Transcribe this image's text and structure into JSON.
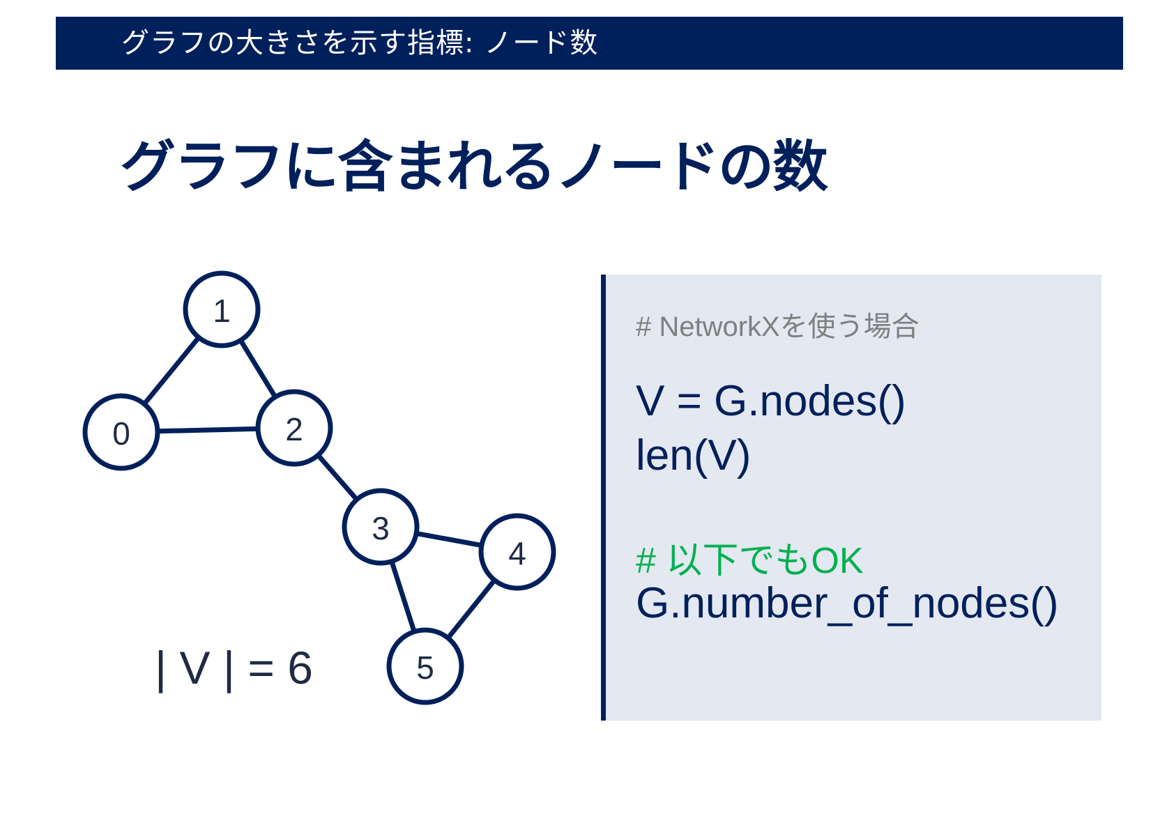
{
  "header": {
    "title": "グラフの大きさを示す指標: ノード数"
  },
  "main_title": "グラフに含まれるノードの数",
  "graph": {
    "nodes": [
      {
        "id": "0",
        "label": "0"
      },
      {
        "id": "1",
        "label": "1"
      },
      {
        "id": "2",
        "label": "2"
      },
      {
        "id": "3",
        "label": "3"
      },
      {
        "id": "4",
        "label": "4"
      },
      {
        "id": "5",
        "label": "5"
      }
    ],
    "edges": [
      [
        "0",
        "1"
      ],
      [
        "1",
        "2"
      ],
      [
        "0",
        "2"
      ],
      [
        "2",
        "3"
      ],
      [
        "3",
        "4"
      ],
      [
        "3",
        "5"
      ],
      [
        "4",
        "5"
      ]
    ],
    "node_count_text": "| V | = 6"
  },
  "code": {
    "comment1": "# NetworkXを使う場合",
    "line1": "V = G.nodes()",
    "line2": "len(V)",
    "comment2": "# 以下でもOK",
    "line3": "G.number_of_nodes()"
  },
  "colors": {
    "navy": "#00205b",
    "panel_bg": "#e4e8f0",
    "comment_gray": "#7f7f7f",
    "comment_green": "#00b050"
  }
}
